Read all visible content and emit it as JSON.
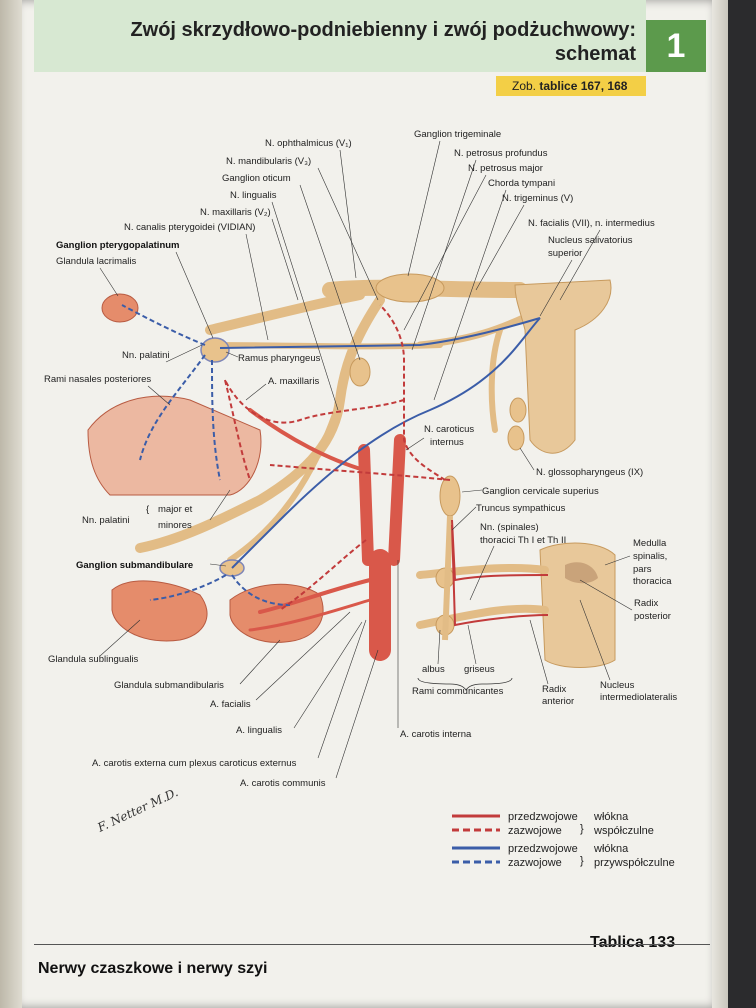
{
  "header": {
    "title_line1": "Zwój skrzydłowo-podniebienny i zwój podżuchwowy:",
    "title_line2": "schemat",
    "plate_number": "1",
    "ref_prefix": "Zob.",
    "ref_value": "tablice 167, 168"
  },
  "labels": {
    "ophthalmicus": "N. ophthalmicus (V₁)",
    "mandibularis": "N. mandibularis (V₃)",
    "oticum": "Ganglion oticum",
    "lingualis_n": "N. lingualis",
    "maxillaris_n": "N. maxillaris (V₂)",
    "canalis": "N. canalis pterygoidei (VIDIAN)",
    "gang_ptery": "Ganglion pterygopalatinum",
    "glandula_lacr": "Glandula lacrimalis",
    "trigeminale": "Ganglion trigeminale",
    "petrosus_prof": "N. petrosus profundus",
    "petrosus_major": "N. petrosus major",
    "chorda": "Chorda tympani",
    "trigeminus": "N. trigeminus (V)",
    "facialis_vii": "N. facialis (VII), n. intermedius",
    "salivatorius_1": "Nucleus salivatorius",
    "salivatorius_2": "superior",
    "nn_palatini_top": "Nn. palatini",
    "rami_nasales": "Rami nasales posteriores",
    "ramus_phar": "Ramus pharyngeus",
    "a_maxillaris": "A. maxillaris",
    "caroticus_int_1": "N. caroticus",
    "caroticus_int_2": "internus",
    "glosso": "N. glossopharyngeus (IX)",
    "cervicale": "Ganglion cervicale superius",
    "truncus": "Truncus sympathicus",
    "nn_spinales_1": "Nn. (spinales)",
    "nn_spinales_2": "thoracici Th I et Th II",
    "medulla_1": "Medulla",
    "medulla_2": "spinalis,",
    "medulla_3": "pars",
    "medulla_4": "thoracica",
    "nn_palatini_bottom": "Nn. palatini",
    "major_et": "major et",
    "minores": "minores",
    "gang_subm": "Ganglion submandibulare",
    "radix_post_1": "Radix",
    "radix_post_2": "posterior",
    "glandula_subl": "Glandula sublingualis",
    "glandula_subm": "Glandula submandibularis",
    "albus": "albus",
    "griseus": "griseus",
    "rami_comm": "Rami communicantes",
    "radix_ant_1": "Radix",
    "radix_ant_2": "anterior",
    "nucleus_inter_1": "Nucleus",
    "nucleus_inter_2": "intermediolateralis",
    "a_facialis": "A. facialis",
    "a_lingualis": "A. lingualis",
    "a_carotis_int": "A. carotis interna",
    "a_carotis_ext": "A. carotis externa cum plexus caroticus externus",
    "a_carotis_comm": "A. carotis communis"
  },
  "legend": {
    "pre_symp": "przedzwojowe",
    "post_symp": "zazwojowe",
    "fibers_symp_1": "włókna",
    "fibers_symp_2": "współczulne",
    "pre_para": "przedzwojowe",
    "post_para": "zazwojowe",
    "fibers_para_1": "włókna",
    "fibers_para_2": "przywspółczulne"
  },
  "signature": "F. Netter M.D.",
  "footer": {
    "section": "Nerwy czaszkowe i nerwy szyi",
    "plate": "Tablica 133"
  },
  "colors": {
    "sympathetic": "#c23b3b",
    "parasympathetic": "#3b5da8",
    "nerve": "#e8c590",
    "header_bg": "#d7e8d2",
    "plate_box": "#5c9a4c",
    "ref_box": "#f3cf46"
  }
}
